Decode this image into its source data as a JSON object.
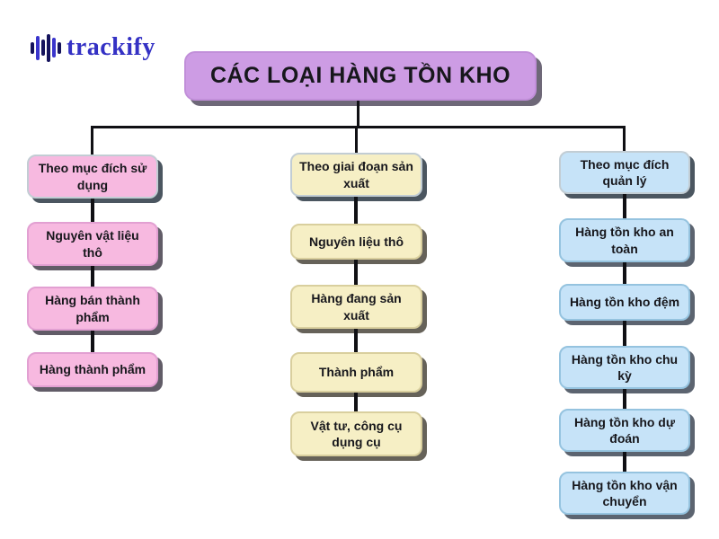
{
  "logo": {
    "text": "trackify",
    "icon": "equalizer-bars-icon",
    "brand_color": "#3431c4"
  },
  "title": {
    "label": "CÁC LOẠI HÀNG TỒN KHO"
  },
  "diagram_colors": {
    "title_fill": "#cd9ce4",
    "pink_fill": "#f7b9e0",
    "yellow_fill": "#f6efc5",
    "blue_fill": "#c6e3f8",
    "connector": "#101014",
    "shadow": "#5c6470"
  },
  "columns": [
    {
      "header": "Theo mục đích sử dụng",
      "theme": "pink",
      "items": [
        "Nguyên vật liệu thô",
        "Hàng bán thành phẩm",
        "Hàng thành phẩm"
      ]
    },
    {
      "header": "Theo giai đoạn sản xuất",
      "theme": "yellow",
      "items": [
        "Nguyên liệu thô",
        "Hàng đang sản xuất",
        "Thành phẩm",
        "Vật tư, công cụ dụng cụ"
      ]
    },
    {
      "header": "Theo mục đích quản lý",
      "theme": "blue",
      "items": [
        "Hàng tồn kho an toàn",
        "Hàng tồn kho đệm",
        "Hàng tồn kho chu kỳ",
        "Hàng tồn kho dự đoán",
        "Hàng tồn kho vận chuyển"
      ]
    }
  ]
}
